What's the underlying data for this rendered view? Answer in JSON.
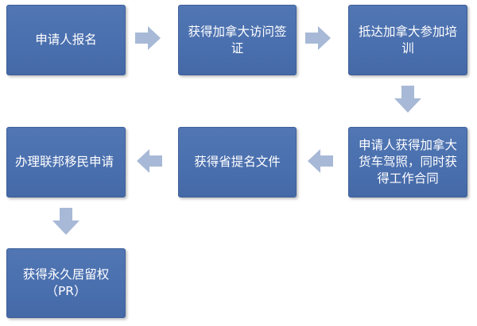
{
  "steps": {
    "step1": "申请人报名",
    "step2": "获得加拿大访问签证",
    "step3": "抵达加拿大参加培训",
    "step4": "申请人获得加拿大货车驾照，同时获得工作合同",
    "step5": "获得省提名文件",
    "step6": "办理联邦移民申请",
    "step7_line1": "获得永久居留权",
    "step7_line2": "（PR）"
  },
  "colors": {
    "box_fill": "#4a6fae",
    "arrow_fill": "#a7b9d6",
    "text": "#ffffff"
  }
}
